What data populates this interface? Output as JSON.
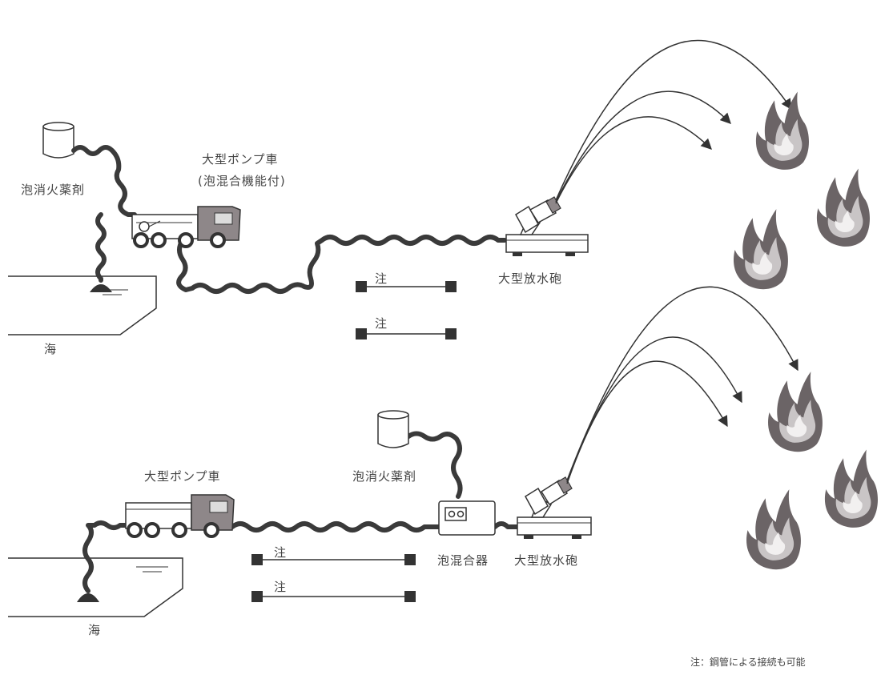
{
  "diagram": {
    "top": {
      "agent_label": "泡消火薬剤",
      "truck_label": "大型ポンプ車",
      "truck_sub_label": "(泡混合機能付)",
      "cannon_label": "大型放水砲",
      "sea_label": "海",
      "note_marks": [
        "注",
        "注"
      ]
    },
    "bottom": {
      "truck_label": "大型ポンプ車",
      "agent_label": "泡消火薬剤",
      "mixer_label": "泡混合器",
      "cannon_label": "大型放水砲",
      "sea_label": "海",
      "note_marks": [
        "注",
        "注"
      ]
    },
    "footnote": "注：鋼管による接続も可能",
    "colors": {
      "hose": "#3a3a3a",
      "flame_outer": "#6b6466",
      "flame_inner": "#c9c5c6",
      "truck_cab": "#8e8789",
      "ink": "#333333"
    }
  }
}
